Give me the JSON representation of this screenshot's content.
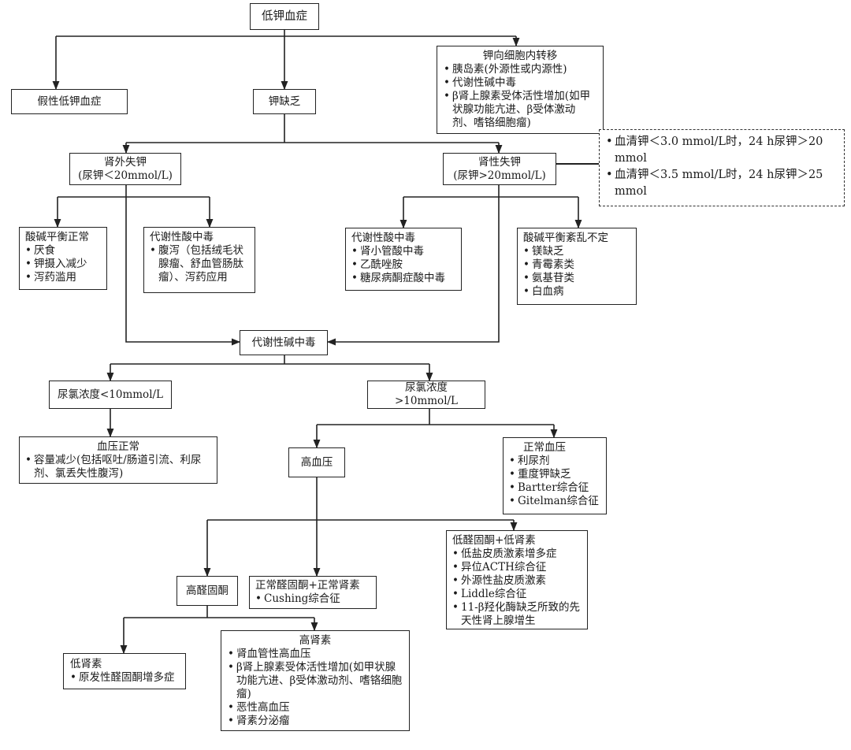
{
  "nodes": {
    "root": "低钾血症",
    "pseudo": "假性低钾血症",
    "deficit": "钾缺乏",
    "shift": {
      "title": "钾向细胞内转移",
      "items": [
        "胰岛素(外源性或内源性)",
        "代谢性碱中毒",
        "β肾上腺素受体活性增加(如甲状腺功能亢进、β受体激动剂、嗜铬细胞瘤)"
      ]
    },
    "extrarenal": {
      "title": "肾外失钾",
      "sub": "(尿钾＜20mmol/L)"
    },
    "renal": {
      "title": "肾性失钾",
      "sub": "(尿钾>20mmol/L)"
    },
    "note": {
      "items": [
        "血清钾＜3.0 mmol/L时，24 h尿钾＞20 mmol",
        "血清钾＜3.5 mmol/L时，24 h尿钾＞25 mmol"
      ]
    },
    "acid_normal": {
      "title": "酸碱平衡正常",
      "items": [
        "厌食",
        "钾摄入减少",
        "泻药滥用"
      ]
    },
    "acidosis1": {
      "title": "代谢性酸中毒",
      "items": [
        "腹泻（包括绒毛状腺瘤、舒血管肠肽瘤）、泻药应用"
      ]
    },
    "acidosis2": {
      "title": "代谢性酸中毒",
      "items": [
        "肾小管酸中毒",
        "乙酰唑胺",
        "糖尿病酮症酸中毒"
      ]
    },
    "acid_var": {
      "title": "酸碱平衡紊乱不定",
      "items": [
        "镁缺乏",
        "青霉素类",
        "氨基苷类",
        "白血病"
      ]
    },
    "alkalosis": "代谢性碱中毒",
    "ucl_low": "尿氯浓度<10mmol/L",
    "ucl_high": "尿氯浓度>10mmol/L",
    "bp_normal1": {
      "title": "血压正常",
      "items": [
        "容量减少(包括呕吐/肠道引流、利尿剂、氯丢失性腹泻)"
      ]
    },
    "hypertension": "高血压",
    "bp_normal2": {
      "title": "正常血压",
      "items": [
        "利尿剂",
        "重度钾缺乏",
        "Bartter综合征",
        "Gitelman综合征"
      ]
    },
    "low_ald_renin": {
      "title": "低醛固酮+低肾素",
      "items": [
        "低盐皮质激素增多症",
        "异位ACTH综合征",
        "外源性盐皮质激素",
        "Liddle综合征",
        "11-β羟化酶缺乏所致的先天性肾上腺增生"
      ]
    },
    "high_ald": "高醛固酮",
    "normal_ald": {
      "title": "正常醛固酮+正常肾素",
      "items": [
        "Cushing综合征"
      ]
    },
    "low_renin": {
      "title": "低肾素",
      "items": [
        "原发性醛固酮增多症"
      ]
    },
    "high_renin": {
      "title": "高肾素",
      "items": [
        "肾血管性高血压",
        "β肾上腺素受体活性增加(如甲状腺功能亢进、β受体激动剂、嗜铬细胞瘤)",
        "恶性高血压",
        "肾素分泌瘤"
      ]
    }
  },
  "colors": {
    "line": "#222222",
    "background": "#ffffff"
  }
}
